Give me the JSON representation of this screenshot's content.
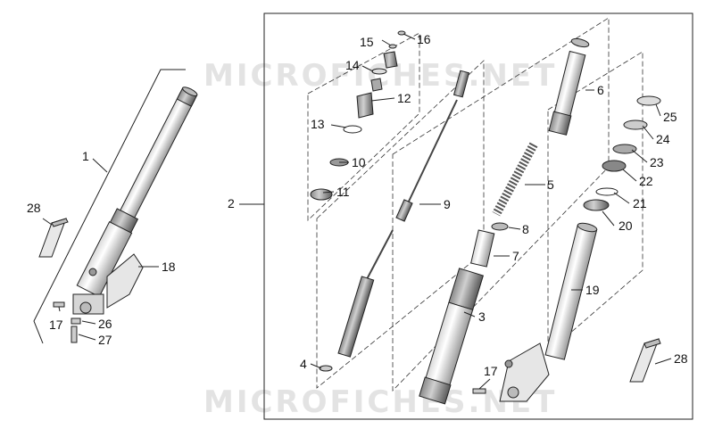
{
  "watermark": "MICROFICHES.NET",
  "callouts": [
    {
      "n": "1"
    },
    {
      "n": "2"
    },
    {
      "n": "3"
    },
    {
      "n": "4"
    },
    {
      "n": "5"
    },
    {
      "n": "6"
    },
    {
      "n": "7"
    },
    {
      "n": "8"
    },
    {
      "n": "9"
    },
    {
      "n": "10"
    },
    {
      "n": "11"
    },
    {
      "n": "12"
    },
    {
      "n": "13"
    },
    {
      "n": "14"
    },
    {
      "n": "15"
    },
    {
      "n": "16"
    },
    {
      "n": "17"
    },
    {
      "n": "17"
    },
    {
      "n": "18"
    },
    {
      "n": "19"
    },
    {
      "n": "20"
    },
    {
      "n": "21"
    },
    {
      "n": "22"
    },
    {
      "n": "23"
    },
    {
      "n": "24"
    },
    {
      "n": "25"
    },
    {
      "n": "26"
    },
    {
      "n": "27"
    },
    {
      "n": "28"
    },
    {
      "n": "28"
    }
  ]
}
